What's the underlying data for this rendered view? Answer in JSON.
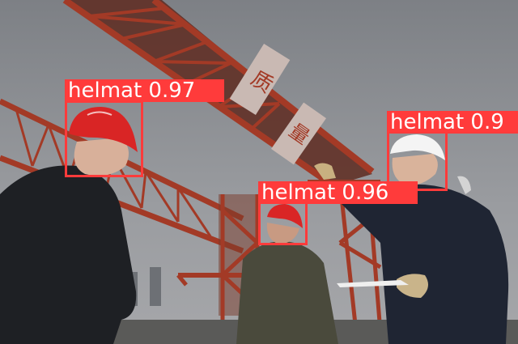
{
  "detections": [
    {
      "label": "helmat 0.97",
      "color": "#ff3b3b"
    },
    {
      "label": "helmat 0.9",
      "color": "#ff3b3b"
    },
    {
      "label": "helmat 0.96",
      "color": "#ff3b3b"
    }
  ],
  "gantry_signs": [
    "质",
    "量"
  ],
  "colors": {
    "sky": "#8d9095",
    "steel": "#a33a26",
    "detection": "#ff3b3b"
  }
}
